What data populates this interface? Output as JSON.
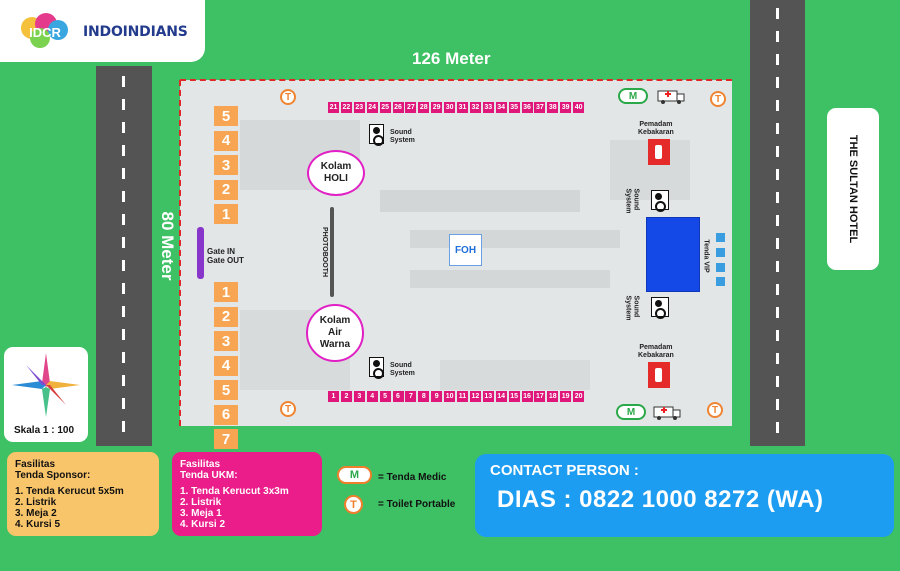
{
  "header": {
    "logo_text": "IDCR",
    "brand": "INDOINDIANS"
  },
  "map": {
    "width_label": "126 Meter",
    "height_label": "80 Meter",
    "hotel": "THE SULTAN HOTEL",
    "gate": "Gate IN\nGate OUT",
    "photobooth": "PHOTOBOOTH",
    "foh": "FOH",
    "tenda_vip": "Tenda VIP",
    "scale": "Skala 1 : 100",
    "pool_holi": "Kolam\nHOLI",
    "pool_air": "Kolam\nAir\nWarna",
    "sound_system": "Sound\nSystem",
    "pemadam": "Pemadam\nKebakaran",
    "toilet_letter": "T",
    "medic_letter": "M",
    "sponsor_top": [
      "5",
      "4",
      "3",
      "2",
      "1"
    ],
    "sponsor_bottom": [
      "1",
      "2",
      "3",
      "4",
      "5",
      "6",
      "7"
    ],
    "ukm_top": [
      "21",
      "22",
      "23",
      "24",
      "25",
      "26",
      "27",
      "28",
      "29",
      "30",
      "31",
      "32",
      "33",
      "34",
      "35",
      "36",
      "37",
      "38",
      "39",
      "40"
    ],
    "ukm_bottom": [
      "1",
      "2",
      "3",
      "4",
      "5",
      "6",
      "7",
      "8",
      "9",
      "10",
      "11",
      "12",
      "13",
      "14",
      "15",
      "16",
      "17",
      "18",
      "19",
      "20"
    ]
  },
  "legend": {
    "sponsor_title": "Fasilitas\nTenda Sponsor:",
    "sponsor_items": [
      "1. Tenda Kerucut 5x5m",
      "2. Listrik",
      "3. Meja 2",
      "4. Kursi 5"
    ],
    "ukm_title": "Fasilitas\nTenda UKM:",
    "ukm_items": [
      "1. Tenda Kerucut 3x3m",
      "2. Listrik",
      "3. Meja 1",
      "4. Kursi 2"
    ],
    "medic_text": "= Tenda Medic",
    "toilet_text": "= Toilet Portable",
    "medic_letter": "M",
    "toilet_letter": "T"
  },
  "contact": {
    "title": "CONTACT PERSON :",
    "phone": "DIAS : 0822 1000 8272 (WA)"
  },
  "colors": {
    "grass": "#3ec064",
    "road": "#545454",
    "sponsor_tent": "#f7a552",
    "ukm_tent": "#e0177b",
    "stage": "#1449e7",
    "contact": "#1c9df2"
  }
}
